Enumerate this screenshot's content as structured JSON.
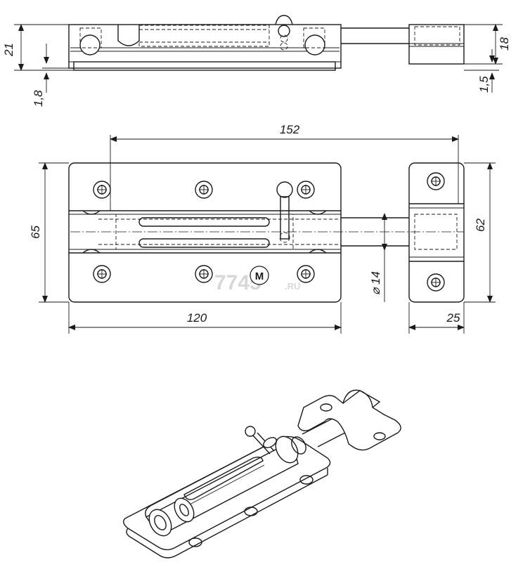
{
  "drawing": {
    "top_view": {
      "dim_overall_height": "21",
      "dim_plate_thickness": "1,8",
      "dim_keeper_height": "18",
      "dim_keeper_thickness": "1,5"
    },
    "front_view": {
      "dim_bolt_length": "152",
      "dim_plate_height": "65",
      "dim_keeper_height": "62",
      "dim_bolt_diameter": "⌀ 14",
      "dim_plate_width": "120",
      "dim_keeper_width": "25"
    },
    "watermark": {
      "main": "7745",
      "suffix": ".RU",
      "logo_letter": "M"
    }
  }
}
